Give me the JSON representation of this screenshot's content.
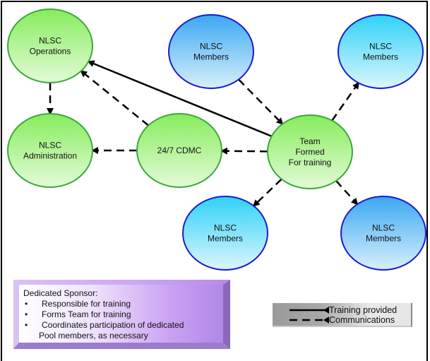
{
  "nodes": [
    {
      "id": "ops",
      "lines": [
        "NLSC",
        "Operations"
      ],
      "kind": "green"
    },
    {
      "id": "admin",
      "lines": [
        "NLSC",
        "Administration"
      ],
      "kind": "green"
    },
    {
      "id": "cdmc",
      "lines": [
        "24/7 CDMC"
      ],
      "kind": "green"
    },
    {
      "id": "team",
      "lines": [
        "Team",
        "Formed",
        "For training"
      ],
      "kind": "green"
    },
    {
      "id": "members_top_left",
      "lines": [
        "NLSC",
        "Members"
      ],
      "kind": "blue"
    },
    {
      "id": "members_top_right",
      "lines": [
        "NLSC",
        "Members"
      ],
      "kind": "blue"
    },
    {
      "id": "members_bottom_left",
      "lines": [
        "NLSC",
        "Members"
      ],
      "kind": "blue"
    },
    {
      "id": "members_bottom_right",
      "lines": [
        "NLSC",
        "Members"
      ],
      "kind": "blue"
    }
  ],
  "edges": [
    {
      "from": "team",
      "to": "ops",
      "type": "training"
    },
    {
      "from": "cdmc",
      "to": "ops",
      "type": "communications"
    },
    {
      "from": "ops",
      "to": "admin",
      "type": "communications"
    },
    {
      "from": "cdmc",
      "to": "admin",
      "type": "communications"
    },
    {
      "from": "team",
      "to": "cdmc",
      "type": "communications"
    },
    {
      "from": "members_top_left",
      "to": "team",
      "type": "communications"
    },
    {
      "from": "team",
      "to": "members_top_right",
      "type": "communications"
    },
    {
      "from": "team",
      "to": "members_bottom_left",
      "type": "communications"
    },
    {
      "from": "team",
      "to": "members_bottom_right",
      "type": "communications"
    }
  ],
  "sponsor": {
    "title": "Dedicated Sponsor:",
    "bullets": [
      "Responsible for training",
      "Forms Team for training",
      "Coordinates participation of dedicated"
    ],
    "continuation": "Pool members, as necessary"
  },
  "legend": {
    "training_label": "Training provided",
    "communications_label": "Communications"
  },
  "colors": {
    "green_fill": "#8ef06a",
    "green_stroke": "#3aa83a",
    "blue_fill": "#3cb8f4",
    "blue_stroke": "#1a1ad0",
    "sponsor_purple": "#c9a6f2",
    "legend_gray": "#a8a8a8"
  }
}
